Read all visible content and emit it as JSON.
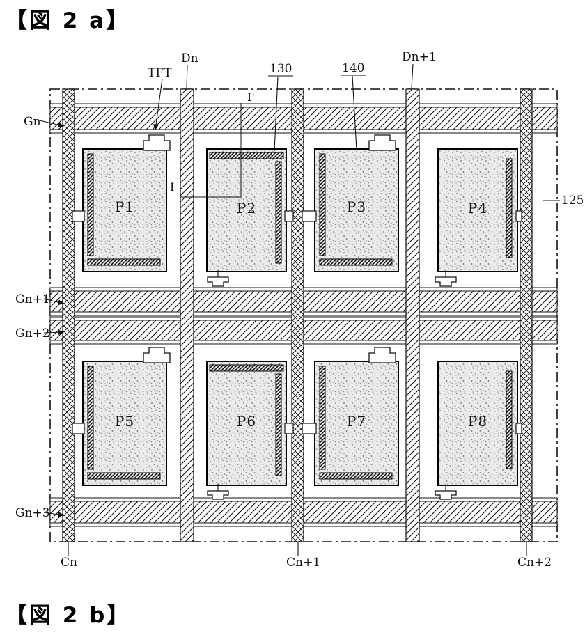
{
  "figure": {
    "title_a": "【図 2 a】",
    "title_b": "【図 2 b】"
  },
  "labels": {
    "tft": "TFT",
    "data_line_n": "Dn",
    "data_line_n1": "Dn+1",
    "ref_130": "130",
    "ref_140": "140",
    "ref_125": "125",
    "gate_n": "Gn",
    "gate_n1": "Gn+1",
    "gate_n2": "Gn+2",
    "gate_n3": "Gn+3",
    "col_n": "Cn",
    "col_n1": "Cn+1",
    "col_n2": "Cn+2",
    "section_top": "I'",
    "section_bottom": "I"
  },
  "pixels": [
    "P1",
    "P2",
    "P3",
    "P4",
    "P5",
    "P6",
    "P7",
    "P8"
  ]
}
